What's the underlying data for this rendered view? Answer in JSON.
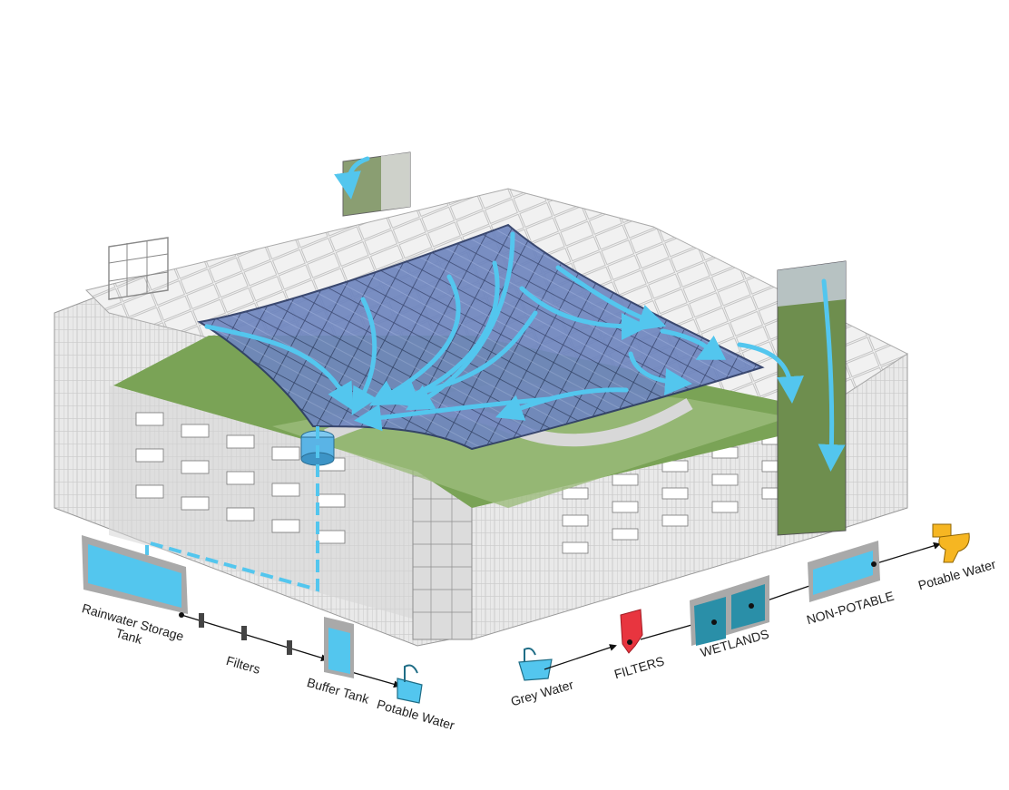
{
  "labels": {
    "rainwater_tank": "Rainwater Storage Tank",
    "filters_left": "Filters",
    "buffer_tank": "Buffer Tank",
    "potable_left": "Potable Water",
    "grey_water": "Grey Water",
    "filters_right": "FILTERS",
    "wetlands": "WETLANDS",
    "non_potable": "NON-POTABLE",
    "potable_right": "Potable Water"
  },
  "colors": {
    "water": "#53c6ee",
    "water_dark": "#2a8fa8",
    "filter_red": "#e8353f",
    "toilet_yellow": "#f6b622",
    "tank_frame": "#a9a9a9",
    "green_roof": "#7aa356",
    "glass_roof": "#6f86bf"
  },
  "icons": [
    "sink-icon",
    "tap-icon",
    "toilet-icon",
    "filter-cartridge-icon"
  ]
}
